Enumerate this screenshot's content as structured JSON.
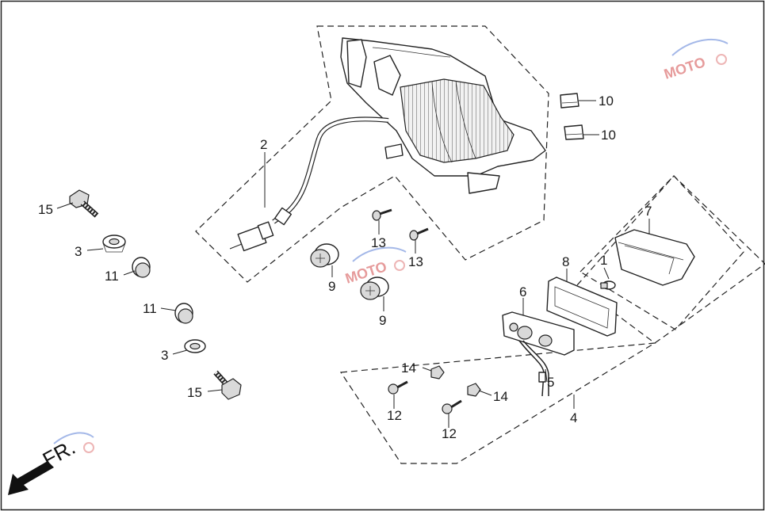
{
  "direction": {
    "label": "FR."
  },
  "watermark": {
    "text": "MOTO"
  },
  "callouts": {
    "c1": "1",
    "c2": "2",
    "c3a": "3",
    "c3b": "3",
    "c4": "4",
    "c5": "5",
    "c6": "6",
    "c7": "7",
    "c8": "8",
    "c9a": "9",
    "c9b": "9",
    "c10a": "10",
    "c10b": "10",
    "c11a": "11",
    "c11b": "11",
    "c12a": "12",
    "c12b": "12",
    "c13a": "13",
    "c13b": "13",
    "c14a": "14",
    "c14b": "14",
    "c15a": "15",
    "c15b": "15"
  }
}
